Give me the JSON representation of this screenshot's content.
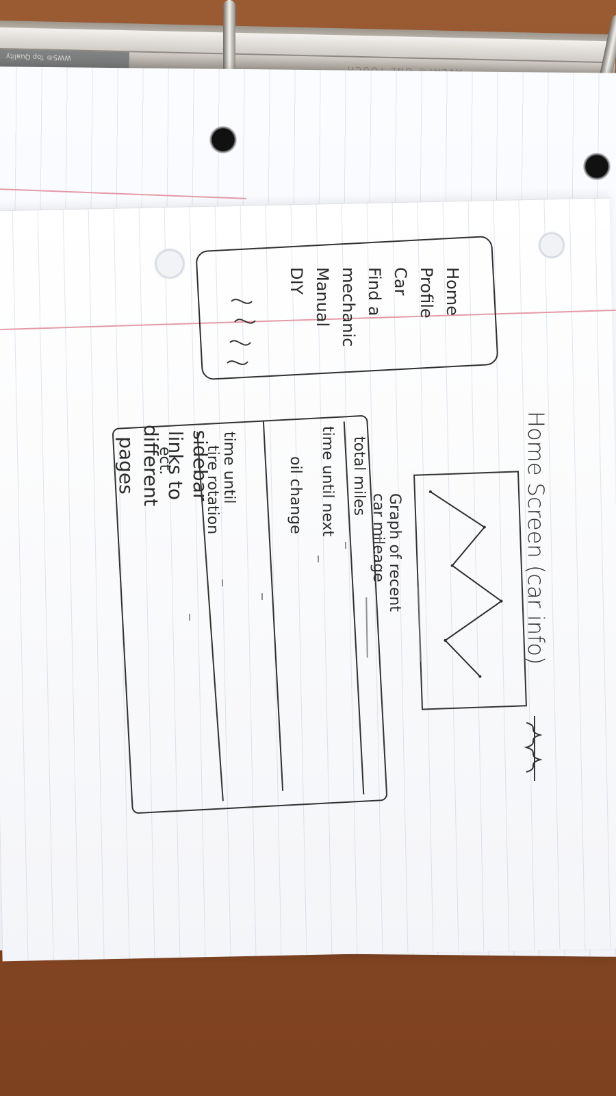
{
  "binder": {
    "brand": "AVERY® ONE TOUCH™",
    "corner_text": "WWS® Top Quality"
  },
  "sketch": {
    "title": "Home Screen (car info)",
    "sidebar_items": [
      "Home",
      "Profile",
      "Car",
      "Find a",
      "mechanic",
      "Manual",
      "DIY"
    ],
    "sidebar_note_lines": [
      "sidebar",
      "links to",
      "different",
      "pages"
    ],
    "graph_caption_lines": [
      "Graph of recent",
      "car mileage"
    ],
    "stats": [
      "total miles",
      "time until next",
      "oil change",
      "time until",
      "tire rotation",
      "ect."
    ]
  },
  "chart_data": {
    "type": "line",
    "title": "Graph of recent car mileage",
    "x": [
      1,
      2,
      3,
      4,
      5,
      6
    ],
    "values": [
      20,
      75,
      40,
      90,
      30,
      65
    ]
  }
}
